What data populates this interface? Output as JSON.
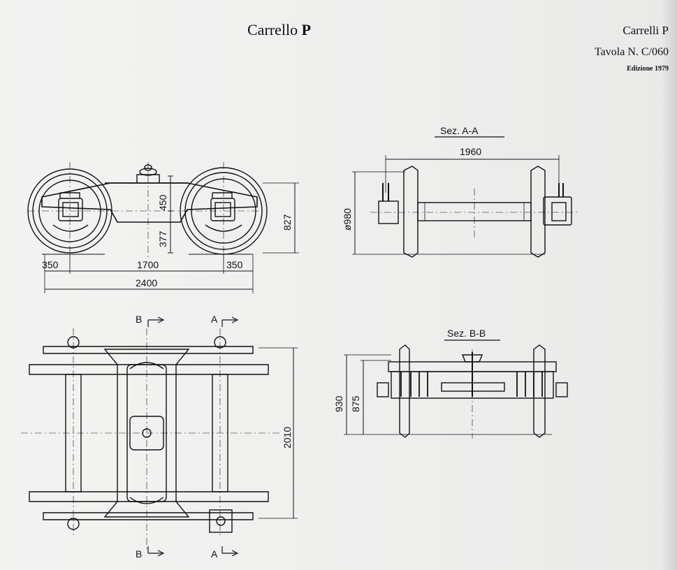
{
  "header": {
    "title_prefix": "Carrello",
    "title_letter": "P",
    "series": "Carrelli P",
    "plate": "Tavola N. C/060",
    "edition": "Edizione 1979"
  },
  "side_view": {
    "dim_350_left": "350",
    "dim_1700": "1700",
    "dim_350_right": "350",
    "dim_2400": "2400",
    "dim_450": "450",
    "dim_377": "377",
    "dim_827": "827"
  },
  "section_aa": {
    "label": "Sez. A-A",
    "dim_1960": "1960",
    "dim_980": "ø980"
  },
  "section_bb": {
    "label": "Sez. B-B",
    "dim_930": "930",
    "dim_875": "875"
  },
  "plan_view": {
    "dim_2010": "2010",
    "cut_b": "B",
    "cut_a": "A"
  }
}
